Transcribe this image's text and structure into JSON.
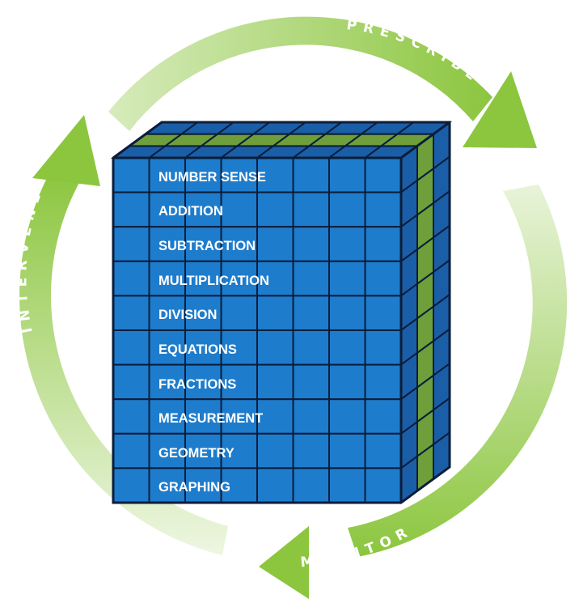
{
  "cycle": {
    "prescribe": "PRESCRIBE",
    "monitor": "MONITOR",
    "intervene": "INTERVENE"
  },
  "topics": [
    "NUMBER SENSE",
    "ADDITION",
    "SUBTRACTION",
    "MULTIPLICATION",
    "DIVISION",
    "EQUATIONS",
    "FRACTIONS",
    "MEASUREMENT",
    "GEOMETRY",
    "GRAPHING"
  ],
  "colors": {
    "arrow_green": "#8cc63f",
    "cube_front": "#1e7ccc",
    "cube_side": "#1a5ea8",
    "cube_top": "#1a5ea8",
    "highlight_green": "#6e9f3a",
    "grid_line": "#0b1d3a"
  }
}
